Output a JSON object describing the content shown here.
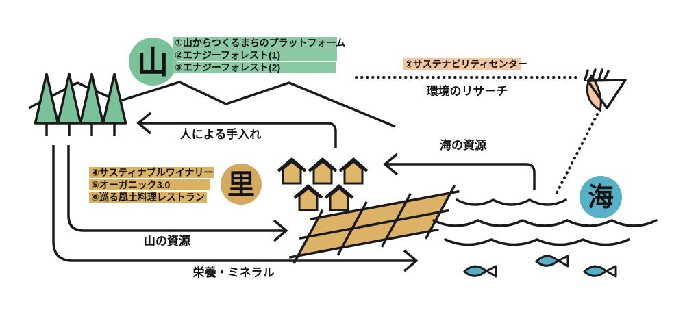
{
  "palette": {
    "green_node": "#79c198",
    "green_highlight": "#8acaa3",
    "tan_node": "#d2a95e",
    "tan_highlight": "#d9b264",
    "house_fill": "#e0b66b",
    "field_fill": "#dcb269",
    "peach_highlight": "#f4c5a1",
    "teal_node": "#58b1c7",
    "fish_fill": "#55b0c7",
    "line": "#1a1a1a"
  },
  "nodes": {
    "mountain": {
      "label": "山"
    },
    "village": {
      "label": "里"
    },
    "sea": {
      "label": "海"
    }
  },
  "mountain_programs": {
    "items": [
      {
        "label": "①山からつくるまちのプラットフォーム"
      },
      {
        "label": "②エナジーフォレスト(1)"
      },
      {
        "label": "③エナジーフォレスト(2)"
      }
    ]
  },
  "village_programs": {
    "items": [
      {
        "label": "④サスティナブルワイナリー"
      },
      {
        "label": "⑤オーガニック3.0"
      },
      {
        "label": "⑥巡る風土料理レストラン"
      }
    ]
  },
  "sea_programs": {
    "items": [
      {
        "label": "⑦サステナビリティセンター"
      }
    ]
  },
  "flows": {
    "care_by_people": {
      "label": "人による手入れ",
      "from": "里",
      "to": "山"
    },
    "sea_resources": {
      "label": "海の資源",
      "from": "海",
      "to": "里"
    },
    "mountain_resources": {
      "label": "山の資源",
      "from": "山",
      "to": "里"
    },
    "nutrients_minerals": {
      "label": "栄養・ミネラル",
      "from": "山",
      "to": "海"
    },
    "environment_research": {
      "label": "環境のリサーチ"
    }
  }
}
